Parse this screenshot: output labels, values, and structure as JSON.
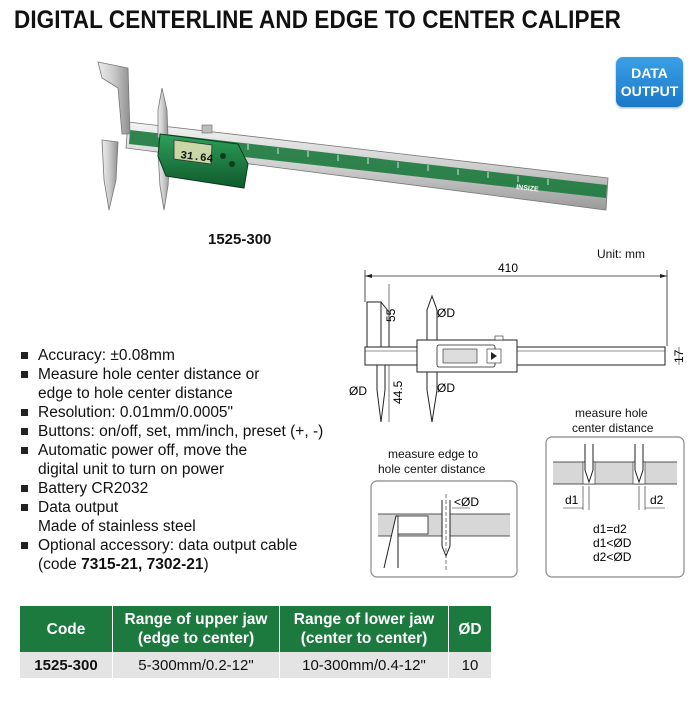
{
  "title": "DIGITAL CENTERLINE AND EDGE TO CENTER CALIPER",
  "badge": {
    "line1": "DATA",
    "line2": "OUTPUT"
  },
  "product": {
    "model": "1525-300",
    "display_reading": "31.64",
    "brand": "INSIZE"
  },
  "diagram": {
    "unit": "Unit: mm",
    "overall_length": "410",
    "height": "17",
    "upper_jaw_length": "55",
    "lower_jaw_length": "44.5",
    "d_label": "ØD"
  },
  "specs": [
    {
      "text": "Accuracy: ±0.08mm",
      "bullet": true
    },
    {
      "text": "Measure hole center distance or",
      "bullet": true
    },
    {
      "text": "edge to hole center distance",
      "bullet": false
    },
    {
      "text": "Resolution: 0.01mm/0.0005\"",
      "bullet": true
    },
    {
      "text": "Buttons: on/off, set, mm/inch, preset (+, -)",
      "bullet": true
    },
    {
      "text": "Automatic power off, move the",
      "bullet": true
    },
    {
      "text": "digital unit to turn on power",
      "bullet": false
    },
    {
      "text": "Battery CR2032",
      "bullet": true
    },
    {
      "text": "Data output",
      "bullet": true
    },
    {
      "text": "Made of stainless steel",
      "bullet": false
    },
    {
      "text": "Optional accessory: data output cable",
      "bullet": true
    }
  ],
  "accessory_code": {
    "prefix": "(code ",
    "codes": "7315-21, 7302-21",
    "suffix": ")"
  },
  "insets": {
    "edge": {
      "caption1": "measure edge to",
      "caption2": "hole center distance",
      "label": "<ØD"
    },
    "hole": {
      "caption1": "measure hole",
      "caption2": "center distance",
      "d1": "d1",
      "d2": "d2",
      "rule1": "d1=d2",
      "rule2": "d1<ØD",
      "rule3": "d2<ØD"
    }
  },
  "table": {
    "headers": [
      "Code",
      "Range of upper jaw",
      "(edge to center)",
      "Range of lower jaw",
      "(center to center)",
      "ØD"
    ],
    "row": {
      "code": "1525-300",
      "upper": "5-300mm/0.2-12\"",
      "lower": "10-300mm/0.4-12\"",
      "d": "10"
    }
  },
  "colors": {
    "green": "#1c7a3e",
    "badge_blue": "#1b78c8",
    "table_row": "#e4e4e4"
  }
}
